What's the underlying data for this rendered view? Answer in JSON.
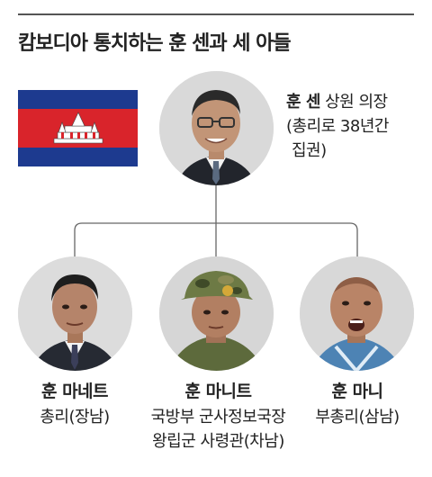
{
  "title": "캄보디아 통치하는 훈 센과 세 아들",
  "flag": {
    "name": "cambodia-flag",
    "colors": {
      "blue": "#1d3a8f",
      "red": "#d9242b",
      "white": "#ffffff"
    }
  },
  "father": {
    "name": "훈 센",
    "role": "상원 의장",
    "note_line1": "(총리로 38년간",
    "note_line2": "집권)"
  },
  "sons": [
    {
      "name": "훈 마네트",
      "desc_line1": "총리(장남)",
      "desc_line2": ""
    },
    {
      "name": "훈 마니트",
      "desc_line1": "국방부 군사정보국장",
      "desc_line2": "왕립군 사령관(차남)"
    },
    {
      "name": "훈 마니",
      "desc_line1": "부총리(삼남)",
      "desc_line2": ""
    }
  ]
}
